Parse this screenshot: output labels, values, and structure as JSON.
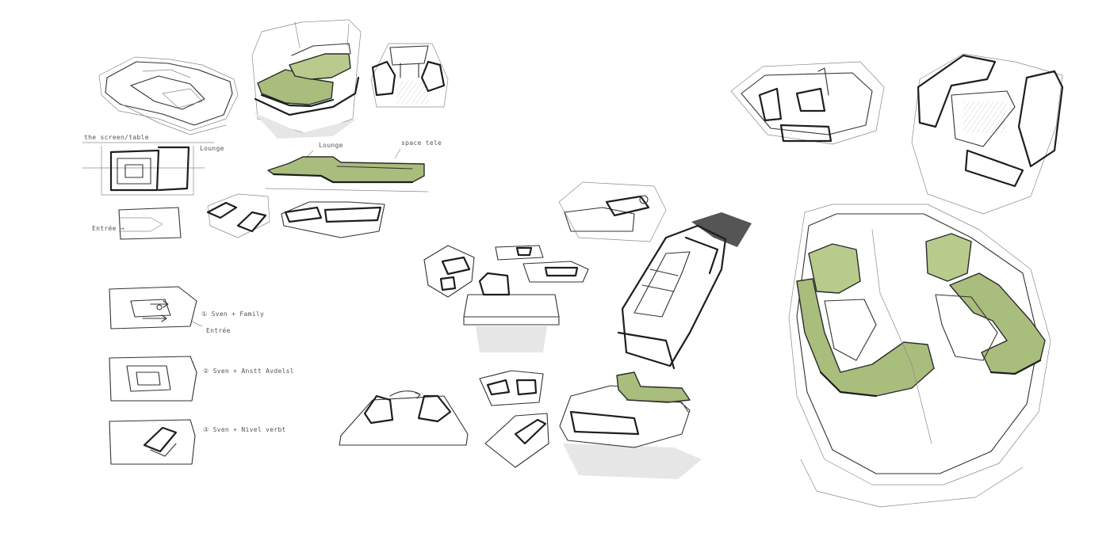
{
  "annotations": {
    "top_left_header": "the screen/table",
    "lounge_1": "Lounge",
    "entree_1": "Entrée →",
    "lounge_2": "Lounge",
    "space_note": "space tele",
    "scenario_1": "① Sven + Family",
    "entree_2": "Entrée",
    "scenario_2": "② Sven + Anstt Avdelsl",
    "scenario_3": "③ Sven + Nivel verbt"
  },
  "colors": {
    "accent_green": "#a9bd7c",
    "pencil": "#333333",
    "paper": "#ffffff"
  }
}
